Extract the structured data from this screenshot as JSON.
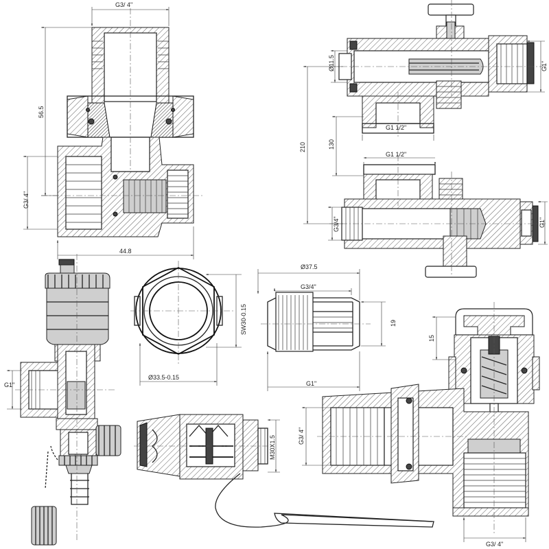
{
  "drawing": {
    "view_straight_valve": {
      "top_thread": "G3/ 4\"",
      "height": "56.5",
      "side_thread": "G3/ 4\"",
      "length": "44.8"
    },
    "view_manifold": {
      "port_diameter": "Ø11.5",
      "outlet_thread_top": "G1\"",
      "branch_thread_top": "G1 1/2\"",
      "total_height": "210",
      "spacing": "130",
      "branch_thread_bottom": "G1 1/2\"",
      "inlet_thread": "G3/4\"",
      "outlet_thread_bottom": "G1\""
    },
    "view_air_vent": {
      "side_thread": "G1\""
    },
    "view_nut_front": {
      "wrench_size": "SW30-0.15",
      "outer_diameter": "Ø33.5-0.15"
    },
    "view_adapter": {
      "diameter": "Ø37.5",
      "inner_thread": "G3/4\"",
      "height": "19",
      "outer_thread": "G1\""
    },
    "view_thermo_head": {
      "thread": "M30X1.5"
    },
    "view_angle_valve": {
      "height": "15",
      "side_thread": "G3/ 4\"",
      "bottom_thread": "G3/ 4\""
    }
  }
}
